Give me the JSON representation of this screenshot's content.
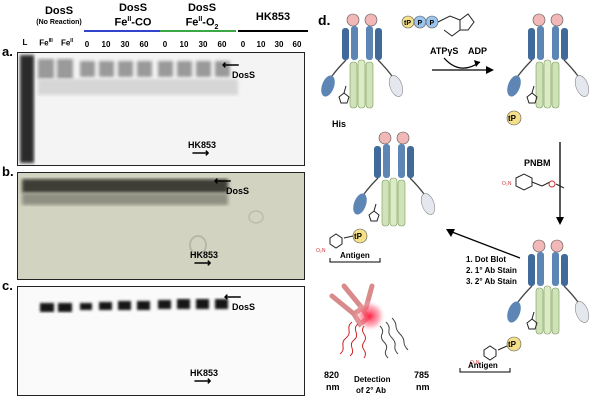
{
  "header": {
    "group1_title": "DosS",
    "group1_sub": "(No Reaction)",
    "group2_title": "DosS",
    "group2_state": "Fe",
    "group2_sup": "II",
    "group2_ligand": "-CO",
    "group3_title": "DosS",
    "group3_state": "Fe",
    "group3_sup": "II",
    "group3_ligand": "-O",
    "group3_sub": "2",
    "group4_title": "HK853",
    "colors": {
      "co_bar": "#3344cc",
      "o2_bar": "#3ba845",
      "hk_bar": "#000000"
    }
  },
  "lanes": {
    "ladder": "L",
    "fe3": "Fe",
    "fe3_sup": "III",
    "fe2": "Fe",
    "fe2_sup": "II",
    "co_times": [
      "0",
      "10",
      "30",
      "60"
    ],
    "o2_times": [
      "0",
      "10",
      "30",
      "60"
    ],
    "hk_times": [
      "0",
      "10",
      "30",
      "60"
    ]
  },
  "panels": {
    "a": {
      "letter": "a.",
      "dos_label": "DosS",
      "hk_label": "HK853"
    },
    "b": {
      "letter": "b.",
      "dos_label": "DosS",
      "hk_label": "HK853"
    },
    "c": {
      "letter": "c.",
      "dos_label": "DosS",
      "hk_label": "HK853"
    }
  },
  "scheme": {
    "letter": "d.",
    "atp_label": "ATPγS",
    "adp_label": "ADP",
    "his_label": "His",
    "tp_label": "tP",
    "p_label": "P",
    "pnbm_label": "PNBM",
    "antigen_label": "Antigen",
    "steps": [
      "1. Dot Blot",
      "2. 1° Ab Stain",
      "3. 2° Ab Stain"
    ],
    "detect_line1": "Detection",
    "detect_line2": "of 2° Ab",
    "nm820": "820",
    "nm785": "785",
    "nm_unit": "nm",
    "colors": {
      "tp_ball": "#f5e08a",
      "p_ball": "#9ac4ee",
      "helix_blue": "#46719f",
      "helix_green": "#cfe2b8",
      "antibody": "#e8a0a0",
      "glow": "#ff3355"
    }
  }
}
